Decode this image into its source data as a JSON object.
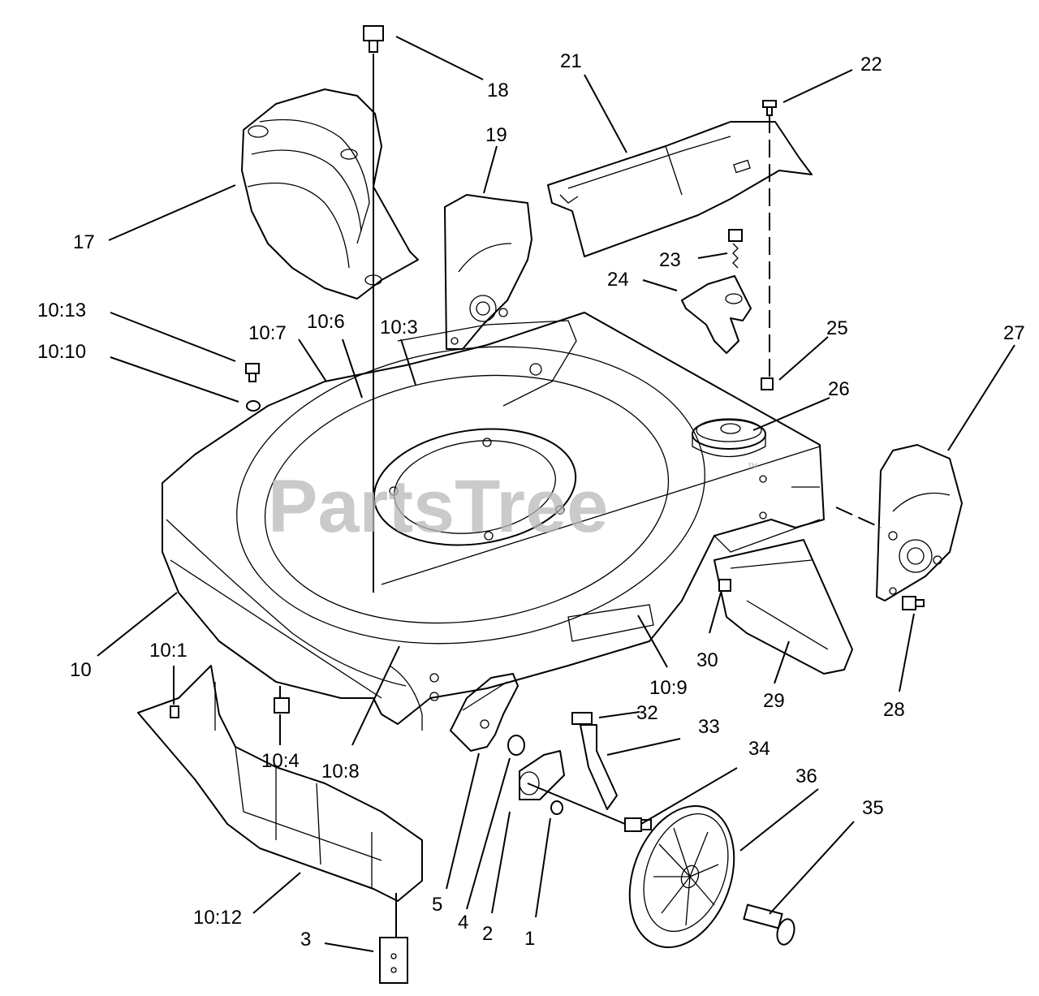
{
  "watermark": {
    "text": "PartsTree",
    "mark": "™"
  },
  "callouts": [
    {
      "id": "c18",
      "text": "18"
    },
    {
      "id": "c19",
      "text": "19"
    },
    {
      "id": "c21",
      "text": "21"
    },
    {
      "id": "c22",
      "text": "22"
    },
    {
      "id": "c17",
      "text": "17"
    },
    {
      "id": "c23",
      "text": "23"
    },
    {
      "id": "c24",
      "text": "24"
    },
    {
      "id": "c10_13",
      "text": "10:13"
    },
    {
      "id": "c10_7",
      "text": "10:7"
    },
    {
      "id": "c10_6",
      "text": "10:6"
    },
    {
      "id": "c10_3",
      "text": "10:3"
    },
    {
      "id": "c25",
      "text": "25"
    },
    {
      "id": "c27",
      "text": "27"
    },
    {
      "id": "c10_10",
      "text": "10:10"
    },
    {
      "id": "c26",
      "text": "26"
    },
    {
      "id": "c10",
      "text": "10"
    },
    {
      "id": "c10_1",
      "text": "10:1"
    },
    {
      "id": "c30",
      "text": "30"
    },
    {
      "id": "c10_9",
      "text": "10:9"
    },
    {
      "id": "c29",
      "text": "29"
    },
    {
      "id": "c28",
      "text": "28"
    },
    {
      "id": "c32",
      "text": "32"
    },
    {
      "id": "c33",
      "text": "33"
    },
    {
      "id": "c34",
      "text": "34"
    },
    {
      "id": "c10_4",
      "text": "10:4"
    },
    {
      "id": "c10_8",
      "text": "10:8"
    },
    {
      "id": "c36",
      "text": "36"
    },
    {
      "id": "c35",
      "text": "35"
    },
    {
      "id": "c5",
      "text": "5"
    },
    {
      "id": "c10_12",
      "text": "10:12"
    },
    {
      "id": "c4",
      "text": "4"
    },
    {
      "id": "c2",
      "text": "2"
    },
    {
      "id": "c1",
      "text": "1"
    },
    {
      "id": "c3",
      "text": "3"
    }
  ]
}
